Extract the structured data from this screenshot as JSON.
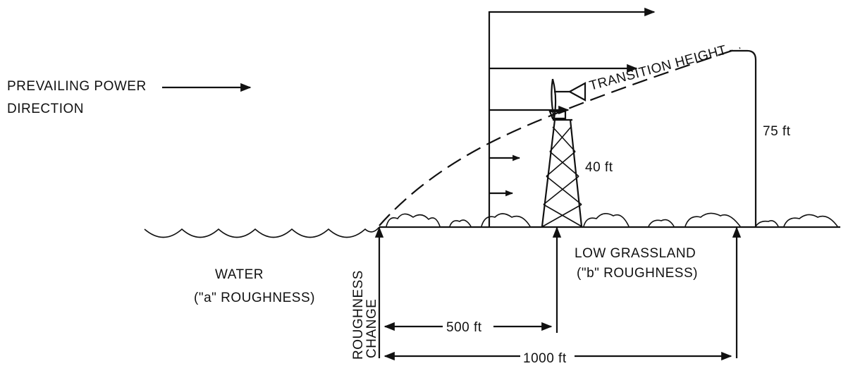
{
  "labels": {
    "prevailing_line1": "PREVAILING POWER",
    "prevailing_line2": "DIRECTION",
    "transition_height": "TRANSITION HEIGHT",
    "tower_height": "40 ft",
    "transition_rise": "75 ft",
    "water_line1": "WATER",
    "water_line2": "(\"a\" ROUGHNESS)",
    "grass_line1": "LOW GRASSLAND",
    "grass_line2": "(\"b\" ROUGHNESS)",
    "roughness_line1": "ROUGHNESS",
    "roughness_line2": "CHANGE",
    "dist_500": "500 ft",
    "dist_1000": "1000 ft"
  }
}
